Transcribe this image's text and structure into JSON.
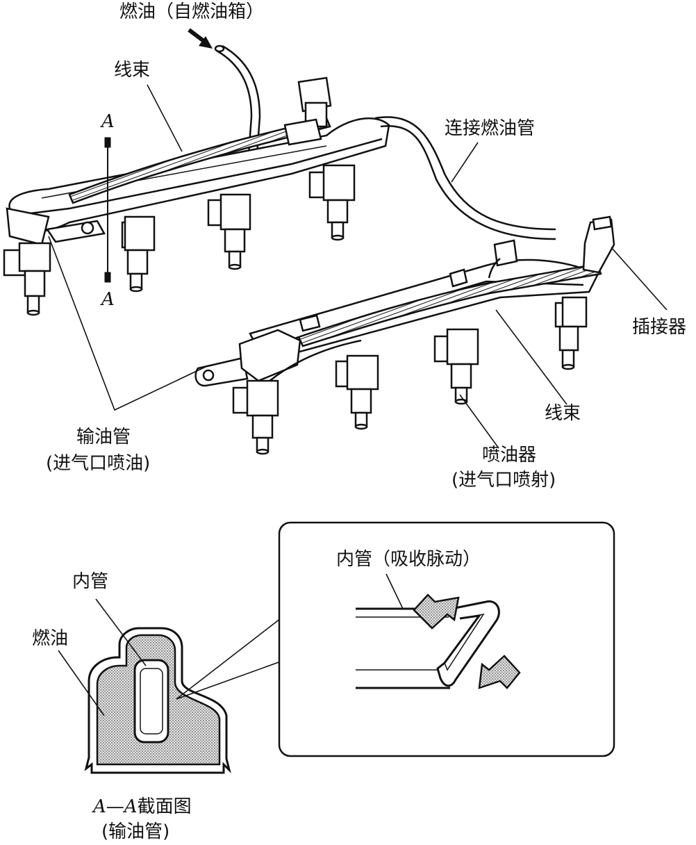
{
  "labels": {
    "fuel_from_tank": "燃油（自燃油箱）",
    "harness_top": "线束",
    "section_a": "A",
    "connecting_pipe": "连接燃油管",
    "connector": "插接器",
    "harness_right": "线束",
    "delivery_pipe_line1": "输油管",
    "delivery_pipe_line2": "(进气口喷油)",
    "injector_line1": "喷油器",
    "injector_line2": "(进气口喷射)",
    "inner_pipe_pulsation": "内管（吸收脉动）",
    "inner_pipe": "内管",
    "fuel": "燃油",
    "section_title_italic": "A—A",
    "section_title_suffix": "截面图",
    "section_subtitle": "(输油管)"
  },
  "colors": {
    "line": "#111111",
    "fuel_fill": "#cfcfcf",
    "paper": "#ffffff"
  }
}
